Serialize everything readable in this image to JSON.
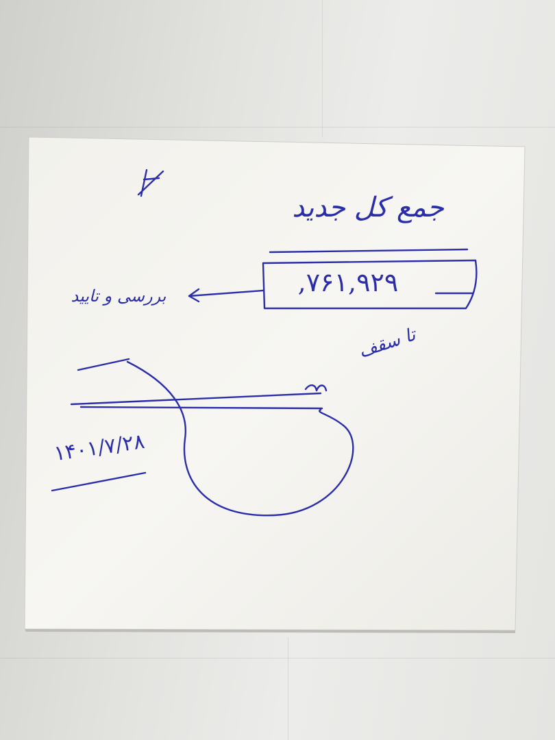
{
  "note": {
    "heading": "جمع کل جدید",
    "amount": "۷۶۱,۹۲۹,",
    "arrow_note": "بررسی و تایید",
    "side_note": "تا سقف",
    "date": "۱۴۰۱/۷/۲۸"
  },
  "colors": {
    "ink": "#2b2ea8",
    "paper": "#f4f3ee",
    "background": "#d9d9d6"
  }
}
